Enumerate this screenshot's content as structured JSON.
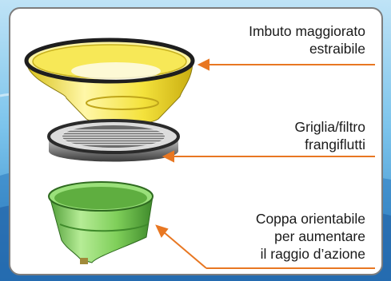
{
  "parts": [
    {
      "id": "funnel",
      "label": "Imbuto maggiorato\nestraibile"
    },
    {
      "id": "grid-filter",
      "label": "Griglia/filtro\nfrangiflutti"
    },
    {
      "id": "cup",
      "label": "Coppa orientabile\nper aumentare\nil raggio d’azione"
    }
  ],
  "colors": {
    "accent_line": "#e87722",
    "funnel": "#f4e23c",
    "cup": "#7fcf5a",
    "filter_ring": "#4a4a4a",
    "panel_border": "#7d7d7d"
  }
}
